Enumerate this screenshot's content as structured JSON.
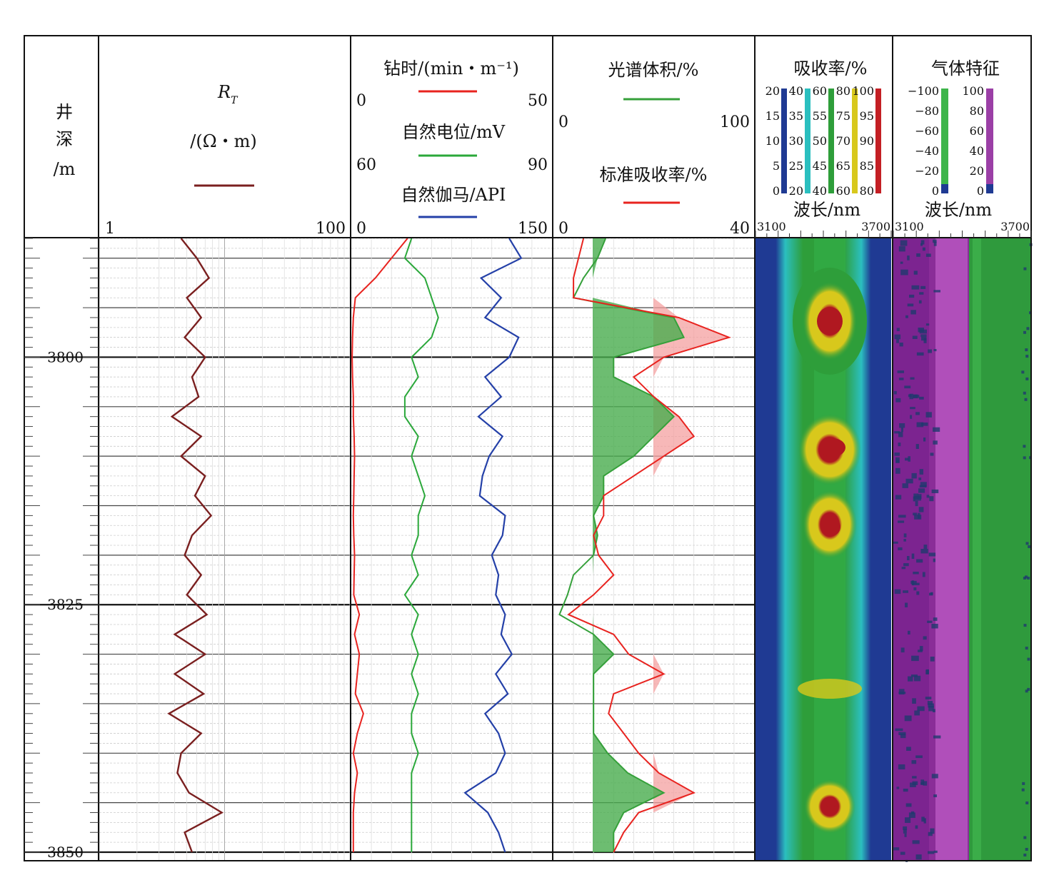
{
  "tracks": {
    "depth": {
      "header": [
        "井",
        "深",
        "/m"
      ]
    },
    "rt": {
      "header_main": "R",
      "header_sub": "T",
      "unit": "/(Ω・m)",
      "scale_min": "1",
      "scale_max": "100"
    },
    "logs": {
      "rop": {
        "label": "钻时/(min・m⁻¹)",
        "min": "0",
        "max": "50"
      },
      "sp": {
        "label": "自然电位/mV",
        "min": "60",
        "max": "90"
      },
      "gr": {
        "label": "自然伽马/API",
        "min": "0",
        "max": "150"
      },
      "shared_min": "0",
      "shared_max": "150"
    },
    "spectral": {
      "volume_label": "光谱体积/%",
      "volume_min": "0",
      "volume_max": "100",
      "absorb_label": "标准吸收率/%",
      "absorb_min": "0",
      "absorb_max": "40"
    },
    "absorption": {
      "title": "吸收率/%",
      "legend_columns": [
        [
          "20",
          "15",
          "10",
          "5",
          "0"
        ],
        [
          "40",
          "35",
          "30",
          "25",
          "20"
        ],
        [
          "60",
          "55",
          "50",
          "45",
          "40"
        ],
        [
          "80",
          "75",
          "70",
          "65",
          "60"
        ],
        [
          "100",
          "95",
          "90",
          "85",
          "80"
        ]
      ],
      "legend_colors": [
        "#1f3a93",
        "#2bbfbf",
        "#2e9e3a",
        "#d8c81c",
        "#c41f24"
      ],
      "xlabel": "波长/nm",
      "x_min": "3100",
      "x_max": "3700"
    },
    "gas": {
      "title": "气体特征",
      "legend_columns": [
        [
          "−100",
          "−80",
          "−60",
          "−40",
          "−20",
          "0"
        ],
        [
          "100",
          "80",
          "60",
          "40",
          "20",
          "0"
        ]
      ],
      "legend_colors": [
        "#3db54a",
        "#9b3fa6"
      ],
      "xlabel": "波长/nm",
      "x_min": "3100",
      "x_max": "3700"
    }
  },
  "colors": {
    "rt": "#7a1f1f",
    "rop": "#e8231f",
    "sp": "#2aa83a",
    "gr": "#2440a8",
    "volume": "#35a03a",
    "absorb": "#e8231f"
  },
  "chart_data": {
    "type": "well-log",
    "depth_range": [
      3788,
      3850
    ],
    "depth_ticks": [
      3800,
      3825,
      3850
    ],
    "depth": [
      3788,
      3790,
      3792,
      3794,
      3796,
      3798,
      3800,
      3802,
      3804,
      3806,
      3808,
      3810,
      3812,
      3814,
      3816,
      3818,
      3820,
      3822,
      3824,
      3826,
      3828,
      3830,
      3832,
      3834,
      3836,
      3838,
      3840,
      3842,
      3844,
      3846,
      3848,
      3850
    ],
    "series": [
      {
        "name": "R_T",
        "unit": "Ω・m",
        "scale": "log",
        "range": [
          1,
          100
        ],
        "values": [
          4.5,
          6.0,
          7.5,
          5.0,
          6.5,
          4.8,
          7.0,
          5.5,
          6.2,
          3.8,
          6.5,
          4.5,
          7.0,
          5.8,
          7.8,
          5.5,
          4.8,
          6.5,
          5.0,
          7.2,
          4.0,
          7.0,
          4.0,
          6.8,
          3.6,
          6.5,
          4.5,
          4.2,
          5.2,
          9.5,
          4.8,
          5.5
        ]
      },
      {
        "name": "钻时",
        "unit": "min・m⁻¹",
        "range": [
          0,
          50
        ],
        "values": [
          14,
          10,
          6,
          1,
          0.5,
          0.3,
          0.2,
          0.3,
          0.5,
          0.5,
          0.7,
          0.8,
          0.7,
          0.6,
          0.5,
          0.6,
          0.8,
          0.7,
          0.6,
          2.0,
          0.8,
          2.0,
          1.5,
          1.0,
          3.0,
          1.5,
          0.5,
          1.5,
          0.8,
          0.5,
          0.5,
          0.5
        ]
      },
      {
        "name": "自然电位",
        "unit": "mV",
        "range": [
          60,
          90
        ],
        "values": [
          69,
          68,
          71,
          72,
          73,
          72,
          69,
          70,
          68,
          68,
          70,
          69,
          70,
          71,
          70,
          70,
          69,
          70,
          68,
          70,
          69,
          70,
          69,
          70,
          69,
          69,
          70,
          69,
          69,
          69,
          69,
          69
        ]
      },
      {
        "name": "自然伽马",
        "unit": "API",
        "range": [
          0,
          150
        ],
        "values": [
          118,
          127,
          97,
          112,
          100,
          125,
          118,
          100,
          112,
          95,
          113,
          103,
          98,
          96,
          115,
          113,
          105,
          110,
          108,
          115,
          112,
          120,
          108,
          117,
          100,
          110,
          115,
          108,
          85,
          102,
          110,
          115
        ]
      },
      {
        "name": "光谱体积",
        "unit": "%",
        "range": [
          0,
          100
        ],
        "values": [
          26,
          22,
          15,
          10,
          60,
          65,
          30,
          30,
          50,
          60,
          50,
          40,
          25,
          25,
          20,
          22,
          20,
          10,
          7,
          3,
          20,
          30,
          20,
          20,
          20,
          20,
          27,
          37,
          55,
          35,
          30,
          30
        ]
      },
      {
        "name": "标准吸收率",
        "unit": "%",
        "range": [
          0,
          40
        ],
        "values": [
          6,
          5,
          4,
          4,
          25,
          35,
          22,
          16,
          20,
          25,
          28,
          22,
          16,
          10,
          10,
          8,
          9,
          12,
          8,
          3,
          12,
          15,
          22,
          12,
          11,
          14,
          17,
          21,
          28,
          17,
          14,
          12
        ]
      }
    ]
  }
}
